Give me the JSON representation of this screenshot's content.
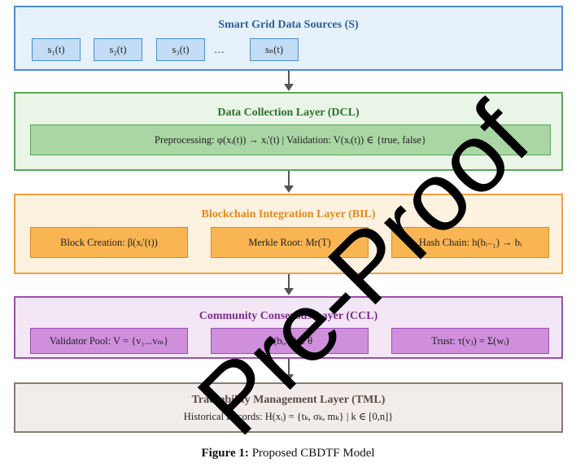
{
  "sources": {
    "title": "Smart Grid Data Sources (S)",
    "items": [
      "s₁(t)",
      "s₂(t)",
      "s₃(t)",
      "…",
      "sₙ(t)"
    ]
  },
  "dcl": {
    "title": "Data Collection Layer (DCL)",
    "box": "Preprocessing: φ(xᵢ(t)) → xᵢ'(t) | Validation: V(xᵢ(t)) ∈ {true, false}"
  },
  "bil": {
    "title": "Blockchain Integration Layer (BIL)",
    "boxes": [
      "Block Creation: β(xᵢ'(t))",
      "Merkle Root: Mr(T)",
      "Hash Chain: h(bᵢ₋₁) → bᵢ"
    ]
  },
  "ccl": {
    "title": "Community Consensus Layer (CCL)",
    "boxes": [
      "Validator Pool: V = {v₁...vₘ}",
      "C(bᵢ,V) ≥ θ",
      "Trust: τ(vⱼ) = Σ(wᵢ)"
    ]
  },
  "tml": {
    "title": "Traceability Management Layer (TML)",
    "text": "Historical Records: H(xᵢ) = {tₖ, σₖ, mₖ} | k ∈ [0,n]}"
  },
  "caption": {
    "label": "Figure 1:",
    "text": "Proposed CBDTF Model"
  },
  "watermark": "Pre-Proof",
  "colors": {
    "sources_border": "#4a8fd0",
    "sources_fill": "#e6f1fb",
    "sources_title": "#2c5f9e",
    "dcl_border": "#5aa65a",
    "dcl_fill": "#e9f5e6",
    "dcl_title": "#2f6e2f",
    "bil_border": "#f0a040",
    "bil_fill": "#fdf1df",
    "bil_title": "#e08a1c",
    "ccl_border": "#9a4fb0",
    "ccl_fill": "#f3e6f5",
    "ccl_title": "#7b2c8f",
    "tml_border": "#8a7a72",
    "tml_fill": "#f2ecea",
    "tml_title": "#5a4c46"
  }
}
